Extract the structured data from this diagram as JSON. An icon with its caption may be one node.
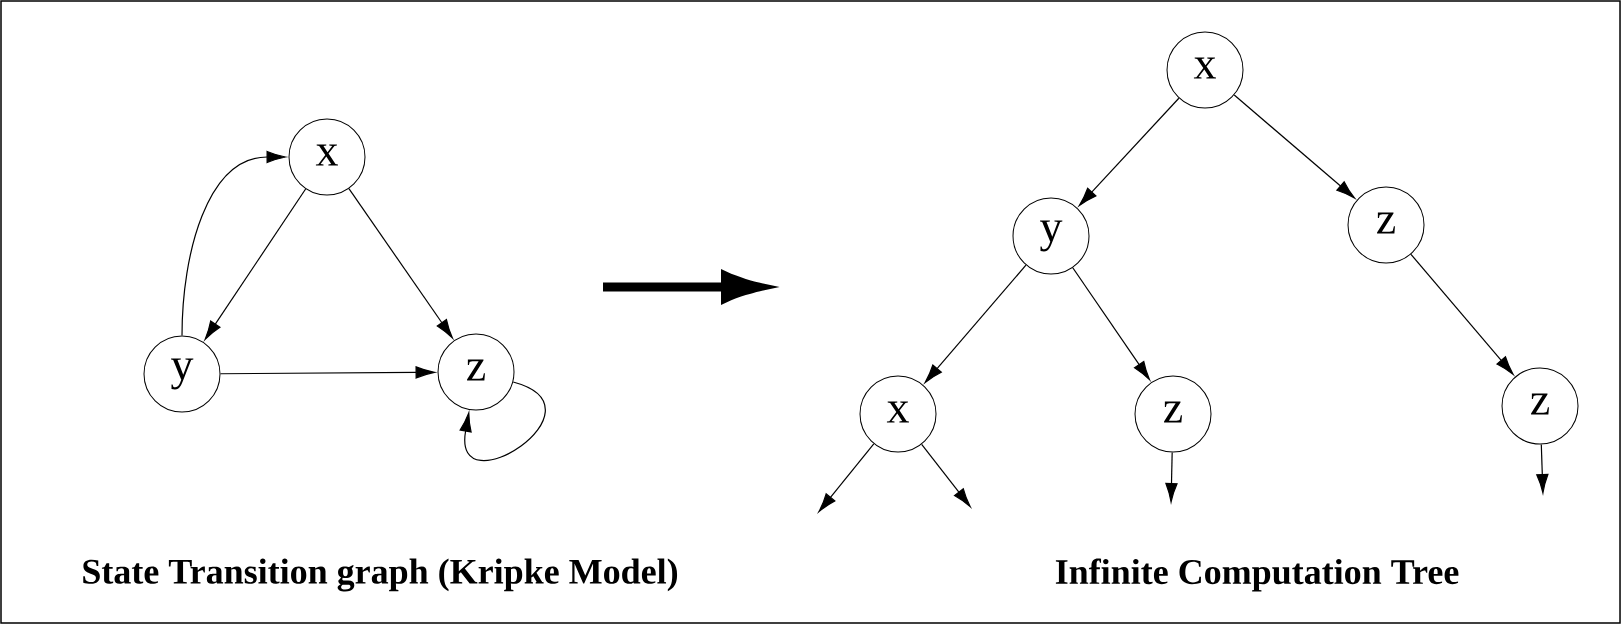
{
  "diagram": {
    "nodes": [
      {
        "text": [
          "x"
        ]
      },
      {
        "text": [
          "y"
        ]
      },
      {
        "text": [
          "z"
        ]
      },
      {
        "text": [
          "x"
        ]
      },
      {
        "text": [
          "y"
        ]
      },
      {
        "text": [
          "z"
        ]
      },
      {
        "text": [
          "x"
        ]
      },
      {
        "text": [
          "z"
        ]
      },
      {
        "text": [
          "z"
        ]
      }
    ],
    "edges": [
      {
        "from": 0,
        "to": 1,
        "arrow": "to"
      },
      {
        "from": 0,
        "to": 2,
        "arrow": "to"
      },
      {
        "from": 1,
        "to": 2,
        "arrow": "to"
      },
      {
        "from": 1,
        "to": 0,
        "arrow": "to"
      },
      {
        "from": 2,
        "to": 2,
        "arrow": "to"
      },
      {
        "from": 3,
        "to": 4,
        "arrow": "to"
      },
      {
        "from": 3,
        "to": 5,
        "arrow": "to"
      },
      {
        "from": 4,
        "to": 6,
        "arrow": "to"
      },
      {
        "from": 4,
        "to": 7,
        "arrow": "to"
      },
      {
        "from": 5,
        "to": 8,
        "arrow": "to"
      },
      {
        "from": 6,
        "to": null,
        "arrow": "to"
      },
      {
        "from": 6,
        "to": null,
        "arrow": "to"
      },
      {
        "from": 7,
        "to": null,
        "arrow": "to"
      },
      {
        "from": 8,
        "to": null,
        "arrow": "to"
      }
    ],
    "labels": [
      "State Transition graph (Kripke Model)",
      "Infinite Computation Tree"
    ]
  }
}
